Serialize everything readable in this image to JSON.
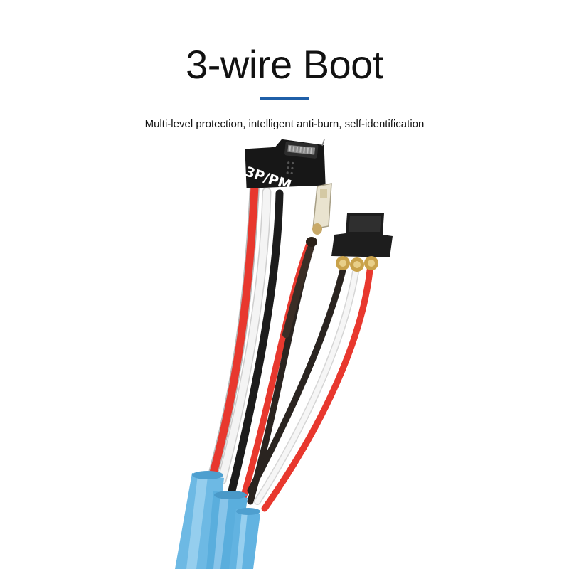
{
  "header": {
    "title": "3-wire Boot",
    "subtitle": "Multi-level protection, intelligent anti-burn, self-identification"
  },
  "product": {
    "board_label": "3P/PM",
    "colors": {
      "accent": "#1f5fa8",
      "sleeve": "#6db9e4",
      "wire_red": "#e8382e",
      "wire_white": "#f2f2f2",
      "wire_black": "#1c1c1c",
      "pin_gold": "#c9a24a"
    }
  }
}
